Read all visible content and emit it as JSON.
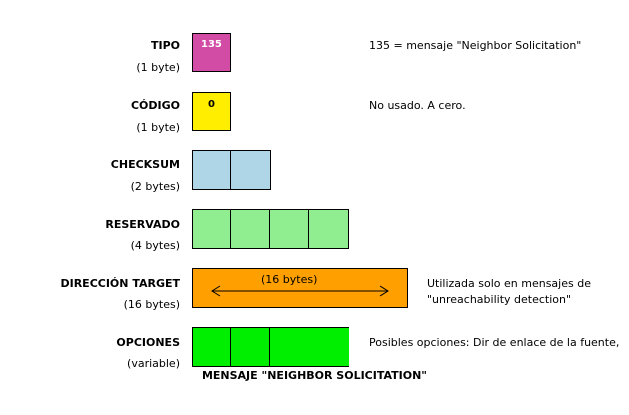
{
  "fields": [
    {
      "name": "TIPO",
      "size": "(1 byte)",
      "value": "135",
      "description": [
        "135 = mensaje \"Neighbor Solicitation\""
      ]
    },
    {
      "name": "CÓDIGO",
      "size": "(1 byte)",
      "value": "0",
      "description": [
        "No usado. A cero."
      ]
    },
    {
      "name": "CHECKSUM",
      "size": "(2 bytes)"
    },
    {
      "name": "RESERVADO",
      "size": "(4 bytes)"
    },
    {
      "name": "DIRECCIÓN TARGET",
      "size": "(16 bytes)",
      "value": "(16 bytes)",
      "description": [
        "Utilizada solo en mensajes de",
        "\"unreachability detection\""
      ]
    },
    {
      "name": "OPCIONES",
      "size": "(variable)",
      "description": [
        "Posibles opciones: Dir de enlace de la fuente,"
      ]
    }
  ],
  "caption": "MENSAJE \"NEIGHBOR SOLICITATION\"",
  "colors": {
    "tipo": "#d24ca6",
    "codigo": "#ffee00",
    "checksum": "#aed6e6",
    "reservado": "#90ee90",
    "target": "#ffa000",
    "opciones": "#00ee00"
  }
}
